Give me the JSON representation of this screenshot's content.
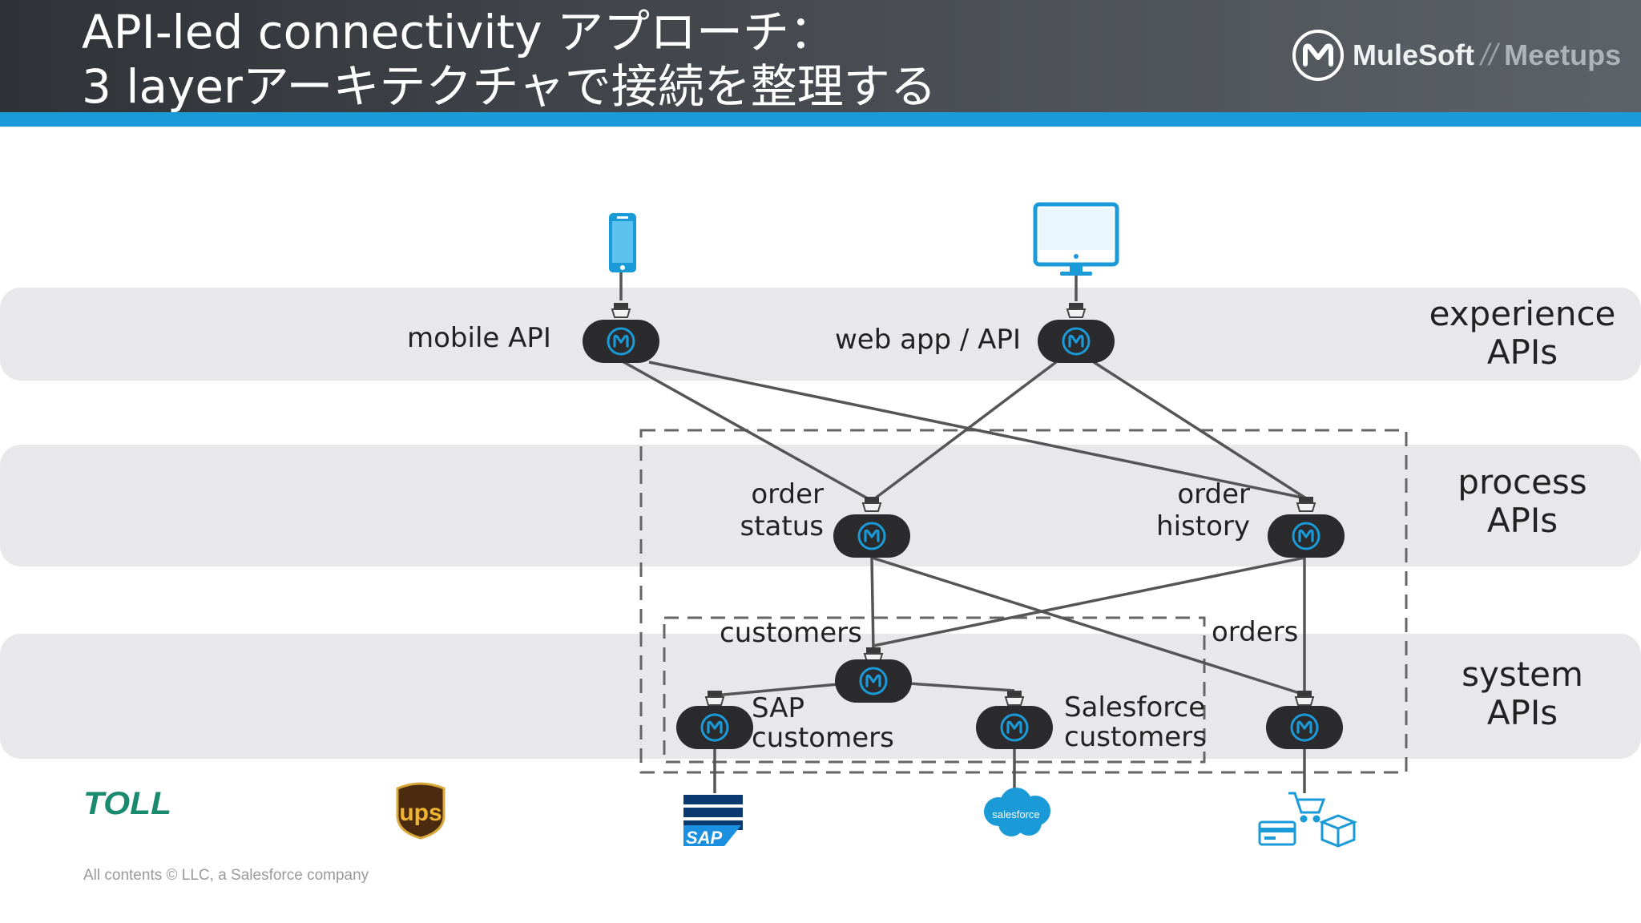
{
  "header": {
    "title_line1": "API-led connectivity アプローチ：",
    "title_line2": "3 layerアーキテクチャで接続を整理する",
    "brand_name": "MuleSoft",
    "brand_sep": "//",
    "brand_sub": "Meetups"
  },
  "layers": {
    "experience": "experience\nAPIs",
    "process": "process\nAPIs",
    "system": "system\nAPIs"
  },
  "apis": {
    "mobile": "mobile API",
    "webapp": "web app / API",
    "order_status": "order\nstatus",
    "order_history": "order\nhistory",
    "customers": "customers",
    "orders": "orders",
    "sap_customers": "SAP\ncustomers",
    "sf_customers": "Salesforce\ncustomers"
  },
  "logos": {
    "toll": "TOLL",
    "ups": "ups",
    "sap": "SAP",
    "salesforce": "salesforce"
  },
  "footer": {
    "text": "All contents © LLC, a Salesforce company"
  },
  "colors": {
    "accent": "#1b9ad8",
    "node": "#2b2b2e",
    "band": "#e8e8ea",
    "line": "#555555",
    "toll_green": "#1a8a6e"
  }
}
